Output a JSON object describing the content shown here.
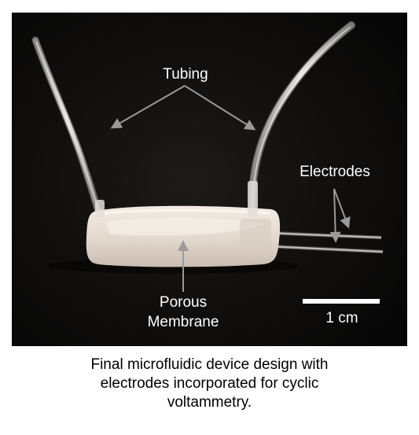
{
  "photo": {
    "labels": {
      "tubing": "Tubing",
      "electrodes": "Electrodes",
      "porous": "Porous",
      "membrane": "Membrane",
      "scale": "1 cm"
    },
    "colors": {
      "background": "#0c0b0a",
      "label_text": "#ffffff",
      "arrow": "#9a9a9a",
      "device": "#e9dfd6",
      "scale_bar": "#ffffff"
    }
  },
  "caption": {
    "line1": "Final microfluidic device design with",
    "line2": "electrodes incorporated for cyclic",
    "line3": "voltammetry."
  }
}
